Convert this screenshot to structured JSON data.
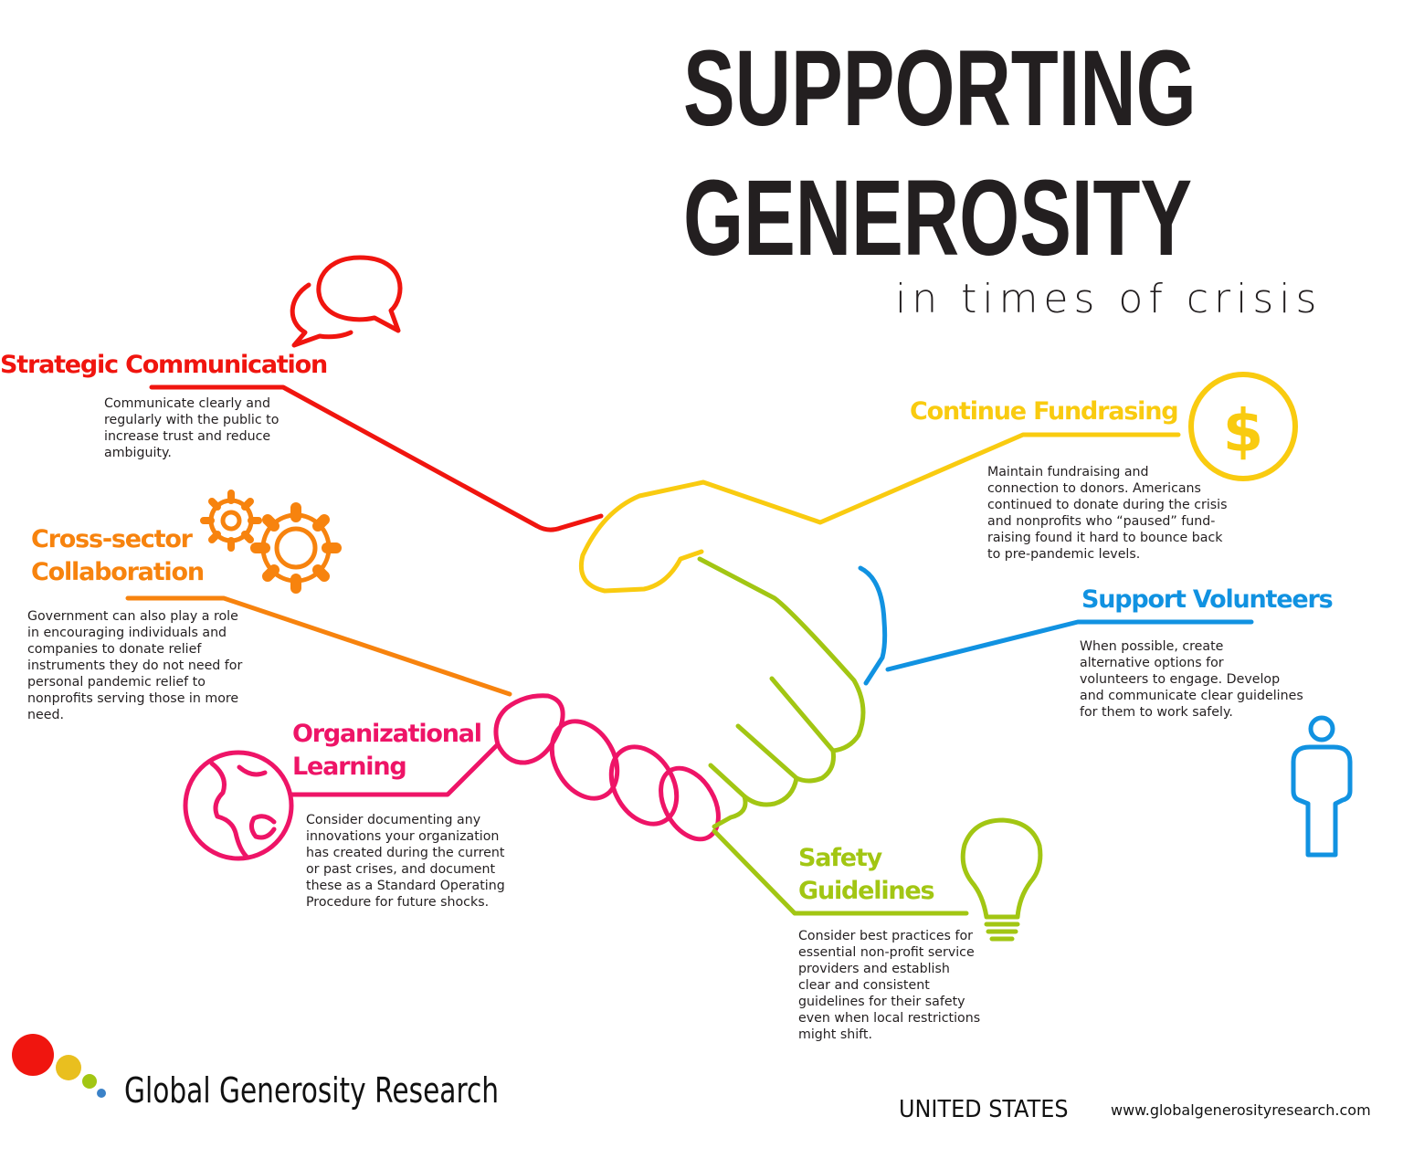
{
  "header": {
    "title_line1": "SUPPORTING",
    "title_line2": "GENEROSITY",
    "subtitle": "in times of crisis"
  },
  "colors": {
    "red": "#f0150f",
    "orange": "#f7830e",
    "pink": "#ee1467",
    "yellow": "#f9cb10",
    "green": "#a2c613",
    "blue": "#1192e1",
    "title": "#231f20"
  },
  "sections": [
    {
      "id": "strategic",
      "heading": "Strategic Communication",
      "icon": "speech-bubbles-icon",
      "body": "Communicate clearly and\nregularly with the public to\nincrease trust and reduce\nambiguity."
    },
    {
      "id": "cross",
      "heading_line1": "Cross-sector",
      "heading_line2": "Collaboration",
      "icon": "gears-icon",
      "body": "Government can also play a role\nin encouraging individuals and\ncompanies to donate relief\ninstruments they do not need for\npersonal pandemic relief to\nnonprofits serving those in more\nneed."
    },
    {
      "id": "org",
      "heading_line1": "Organizational",
      "heading_line2": "Learning",
      "icon": "globe-icon",
      "body": "Consider documenting any\ninnovations your organization\nhas created during the current\nor past crises, and document\nthese as a Standard Operating\nProcedure for future shocks."
    },
    {
      "id": "fund",
      "heading": "Continue Fundrasing",
      "icon": "dollar-icon",
      "body": "Maintain fundraising and\nconnection to donors. Americans\ncontinued to donate during the crisis\nand nonprofits who “paused” fund-\nraising found it hard to bounce back\nto pre-pandemic levels."
    },
    {
      "id": "vol",
      "heading": "Support Volunteers",
      "icon": "person-icon",
      "body": "When possible, create\nalternative options for\nvolunteers to engage. Develop\nand communicate clear guidelines\nfor them to work safely."
    },
    {
      "id": "safety",
      "heading_line1": "Safety",
      "heading_line2": "Guidelines",
      "icon": "lightbulb-icon",
      "body": "Consider best practices for\nessential non-profit service\nproviders and establish\nclear and consistent\nguidelines for their safety\neven when local restrictions\nmight shift."
    }
  ],
  "footer": {
    "brand": "Global Generosity Research",
    "country": "UNITED STATES",
    "url": "www.globalgenerosityresearch.com"
  }
}
